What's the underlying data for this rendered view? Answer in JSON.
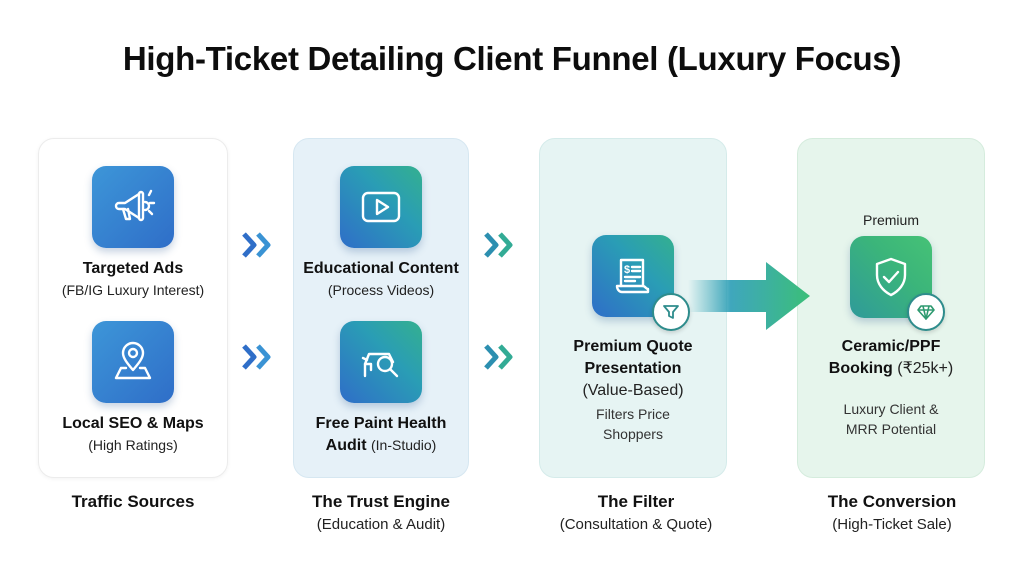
{
  "title": "High-Ticket Detailing Client Funnel (Luxury Focus)",
  "colors": {
    "blue": "#2f6ec8",
    "teal": "#2a9db5",
    "green": "#3bb57a",
    "card_trust_bg": "#e6f1f8",
    "card_filter_bg": "#e6f4f3",
    "card_conversion_bg": "#e6f5ec"
  },
  "stages": [
    {
      "name": "Traffic Sources",
      "subtitle": "",
      "items": [
        {
          "icon": "megaphone-icon",
          "title": "Targeted Ads",
          "detail": "(FB/IG Luxury Interest)"
        },
        {
          "icon": "map-pin-icon",
          "title": "Local SEO & Maps",
          "detail": "(High Ratings)"
        }
      ]
    },
    {
      "name": "The Trust Engine",
      "subtitle": "(Education & Audit)",
      "items": [
        {
          "icon": "video-play-icon",
          "title": "Educational Content",
          "detail": "(Process Videos)"
        },
        {
          "icon": "car-inspection-icon",
          "title_line1": "Free Paint Health",
          "title_line2": "Audit",
          "detail": "(In-Studio)"
        }
      ]
    },
    {
      "name": "The Filter",
      "subtitle": "(Consultation & Quote)",
      "items": [
        {
          "icon": "invoice-icon",
          "badge_icon": "filter-icon",
          "title_line1": "Premium Quote",
          "title_line2": "Presentation",
          "detail": "(Value-Based)",
          "note_line1": "Filters Price",
          "note_line2": "Shoppers"
        }
      ]
    },
    {
      "name": "The Conversion",
      "subtitle": "(High-Ticket Sale)",
      "items": [
        {
          "icon": "shield-check-icon",
          "badge_icon": "diamond-icon",
          "tag": "Premium",
          "title_line1": "Ceramic/PPF",
          "title_line2": "Booking",
          "detail": "(₹25k+)",
          "note_line1": "Luxury Client &",
          "note_line2": "MRR Potential"
        }
      ]
    }
  ]
}
